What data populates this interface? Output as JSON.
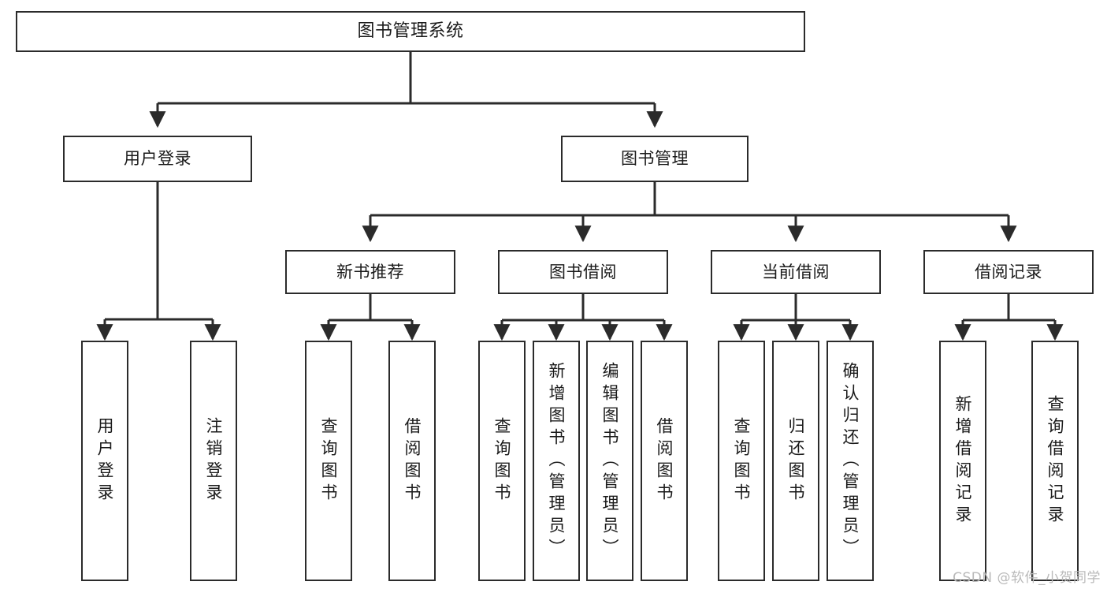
{
  "diagram": {
    "type": "tree",
    "title": "图书管理系统",
    "watermark": "CSDN @软件_小贺同学",
    "colors": {
      "stroke": "#2b2b2b",
      "fill": "#ffffff",
      "text": "#1a1a1a",
      "watermark": "#b9b9b9"
    },
    "levels": {
      "root": {
        "label": "图书管理系统"
      },
      "level2": [
        {
          "id": "user-login",
          "label": "用户登录"
        },
        {
          "id": "book-manage",
          "label": "图书管理"
        }
      ],
      "level3": [
        {
          "id": "new-book-rec",
          "label": "新书推荐",
          "parent": "book-manage"
        },
        {
          "id": "book-borrow",
          "label": "图书借阅",
          "parent": "book-manage"
        },
        {
          "id": "current-borrow",
          "label": "当前借阅",
          "parent": "book-manage"
        },
        {
          "id": "borrow-record",
          "label": "借阅记录",
          "parent": "book-manage"
        }
      ],
      "leaves": [
        {
          "id": "leaf-user-login",
          "label": "用户登录",
          "parent": "user-login"
        },
        {
          "id": "leaf-user-logout",
          "label": "注销登录",
          "parent": "user-login"
        },
        {
          "id": "leaf-query-book-1",
          "label": "查询图书",
          "parent": "new-book-rec"
        },
        {
          "id": "leaf-borrow-book-1",
          "label": "借阅图书",
          "parent": "new-book-rec"
        },
        {
          "id": "leaf-query-book-2",
          "label": "查询图书",
          "parent": "book-borrow"
        },
        {
          "id": "leaf-add-book",
          "label": "新增图书（管理员）",
          "parent": "book-borrow"
        },
        {
          "id": "leaf-edit-book",
          "label": "编辑图书（管理员）",
          "parent": "book-borrow"
        },
        {
          "id": "leaf-borrow-book-2",
          "label": "借阅图书",
          "parent": "book-borrow"
        },
        {
          "id": "leaf-query-book-3",
          "label": "查询图书",
          "parent": "current-borrow"
        },
        {
          "id": "leaf-return-book",
          "label": "归还图书",
          "parent": "current-borrow"
        },
        {
          "id": "leaf-confirm-return",
          "label": "确认归还（管理员）",
          "parent": "current-borrow"
        },
        {
          "id": "leaf-add-record",
          "label": "新增借阅记录",
          "parent": "borrow-record"
        },
        {
          "id": "leaf-query-record",
          "label": "查询借阅记录",
          "parent": "borrow-record"
        }
      ]
    }
  }
}
